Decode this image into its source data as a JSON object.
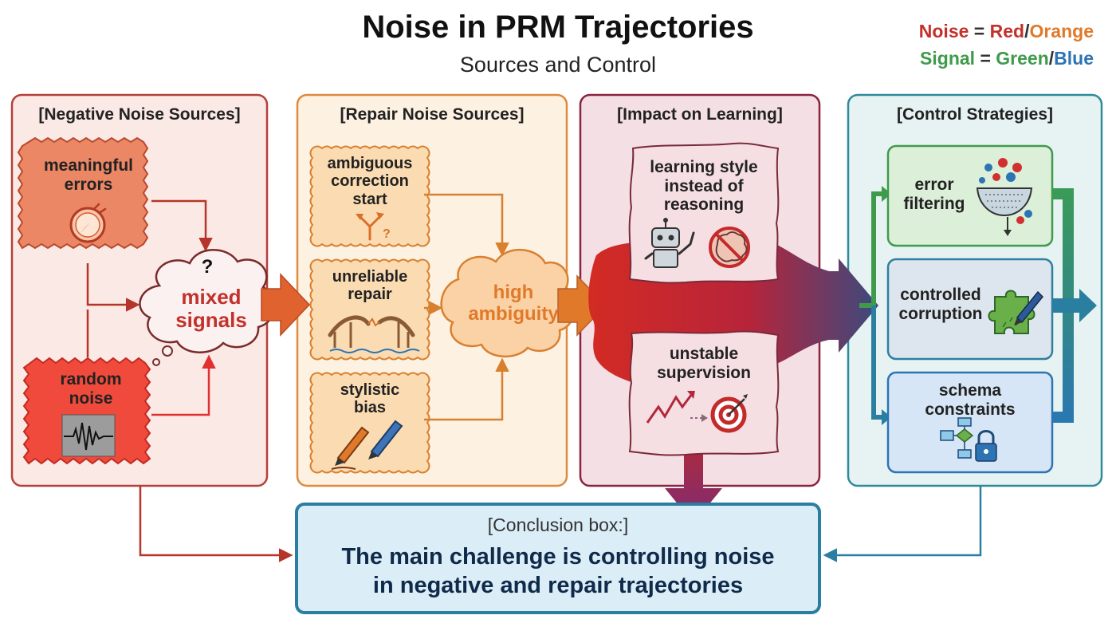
{
  "header": {
    "title": "Noise in PRM Trajectories",
    "subtitle": "Sources and Control"
  },
  "legend": {
    "noise_word": "Noise",
    "noise_eq": " = ",
    "noise_red": "Red",
    "slash1": "/",
    "noise_orange": "Orange",
    "signal_word": "Signal",
    "signal_eq": " = ",
    "signal_green": "Green",
    "slash2": "/",
    "signal_blue": "Blue"
  },
  "negative": {
    "title": "[Negative Noise Sources]",
    "meaningful": [
      "meaningful",
      "errors"
    ],
    "random": [
      "random",
      "noise"
    ],
    "mixed_q": "?",
    "mixed": [
      "mixed",
      "signals"
    ]
  },
  "repair": {
    "title": "[Repair Noise Sources]",
    "ambiguous": [
      "ambiguous",
      "correction",
      "start"
    ],
    "unreliable": [
      "unreliable",
      "repair"
    ],
    "stylistic": [
      "stylistic",
      "bias"
    ],
    "high": [
      "high",
      "ambiguity"
    ]
  },
  "impact": {
    "title": "[Impact on Learning]",
    "style": [
      "learning style",
      "instead of",
      "reasoning"
    ],
    "unstable": [
      "unstable",
      "supervision"
    ]
  },
  "control": {
    "title": "[Control Strategies]",
    "filtering": [
      "error",
      "filtering"
    ],
    "corruption": [
      "controlled",
      "corruption"
    ],
    "schema": [
      "schema",
      "constraints"
    ]
  },
  "conclusion": {
    "heading": "[Conclusion box:]",
    "line1": "The main challenge is controlling noise",
    "line2": "in negative and repair trajectories"
  },
  "colors": {
    "red": "#c2312a",
    "orange": "#e07a2a",
    "green": "#3f9a4c",
    "blue": "#2c74b4",
    "maroon": "#8a2340",
    "teal": "#2f8a9a"
  },
  "icons": [
    "compass-icon",
    "noise-wave-icon",
    "question-mark-icon",
    "fork-arrow-icon",
    "broken-bridge-icon",
    "pens-icon",
    "robot-icon",
    "brain-prohibited-icon",
    "trend-arrow-icon",
    "target-icon",
    "strainer-icon",
    "puzzle-pen-icon",
    "flowchart-lock-icon"
  ]
}
